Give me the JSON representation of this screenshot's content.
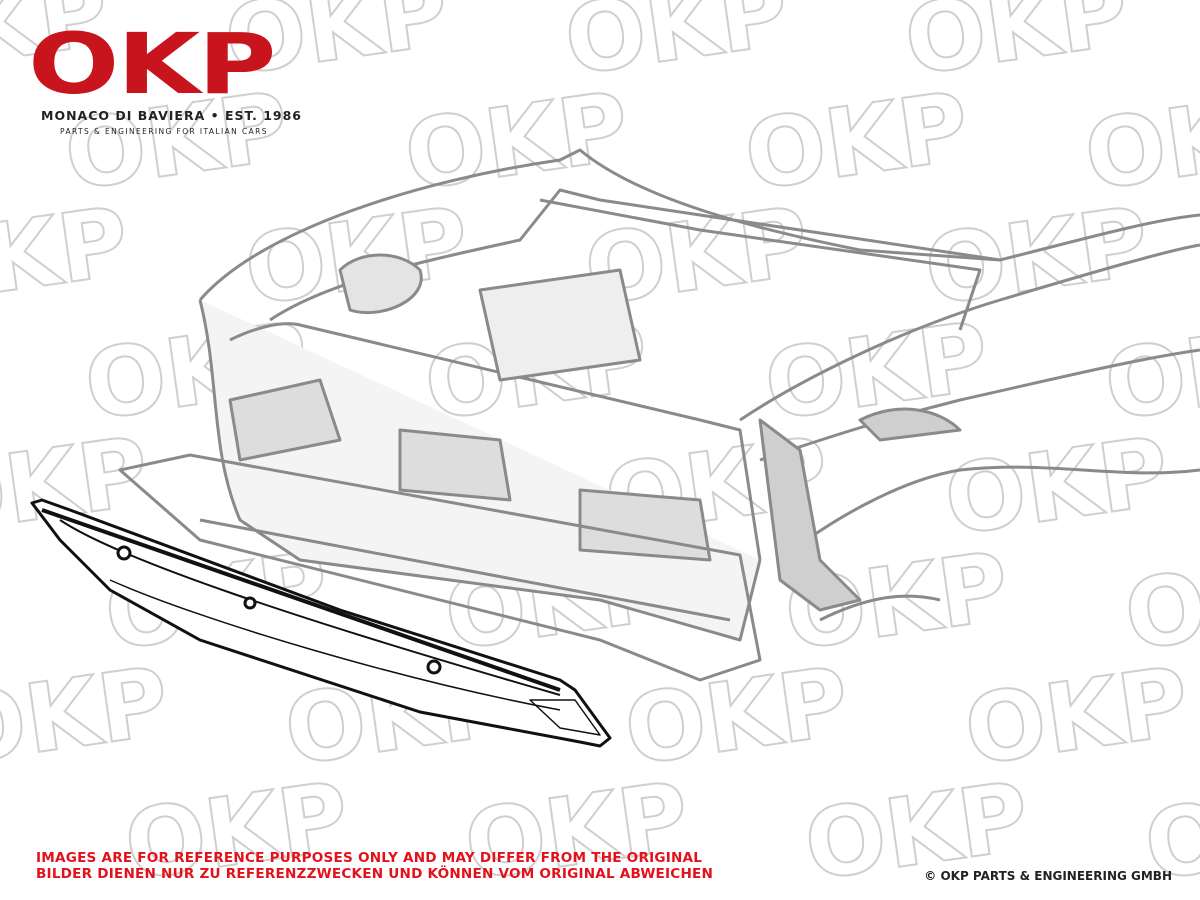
{
  "brand": {
    "logo_text": "OKP",
    "tagline": "MONACO DI BAVIERA • EST. 1986",
    "subtitle": "PARTS & ENGINEERING FOR ITALIAN CARS",
    "color": "#c8141c"
  },
  "watermark": {
    "text": "OKP"
  },
  "disclaimer": {
    "line_en": "IMAGES ARE FOR REFERENCE PURPOSES ONLY AND MAY DIFFER FROM THE ORIGINAL",
    "line_de": "BILDER DIENEN NUR ZU REFERENZZWECKEN UND KÖNNEN VOM ORIGINAL ABWEICHEN",
    "color": "#e3111b"
  },
  "copyright": "© OKP PARTS & ENGINEERING GMBH"
}
